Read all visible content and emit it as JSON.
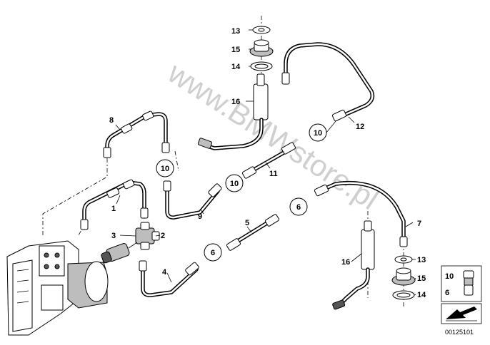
{
  "watermark": "www.BMWstore.pl",
  "diagram_code": "00125101",
  "callouts": {
    "c13_top": "13",
    "c15_top": "15",
    "c14_top": "14",
    "c16_top": "16",
    "c8": "8",
    "c12": "12",
    "c11": "11",
    "c1": "1",
    "c3": "3",
    "c2": "2",
    "c9": "9",
    "c5": "5",
    "c4": "4",
    "c7": "7",
    "c16_bot": "16",
    "c13_bot": "13",
    "c15_bot": "15",
    "c14_bot": "14"
  },
  "circled": {
    "c10_a": "10",
    "c10_b": "10",
    "c10_c": "10",
    "c6_a": "6",
    "c6_b": "6"
  },
  "legend": {
    "item_10": "10",
    "item_6": "6"
  }
}
